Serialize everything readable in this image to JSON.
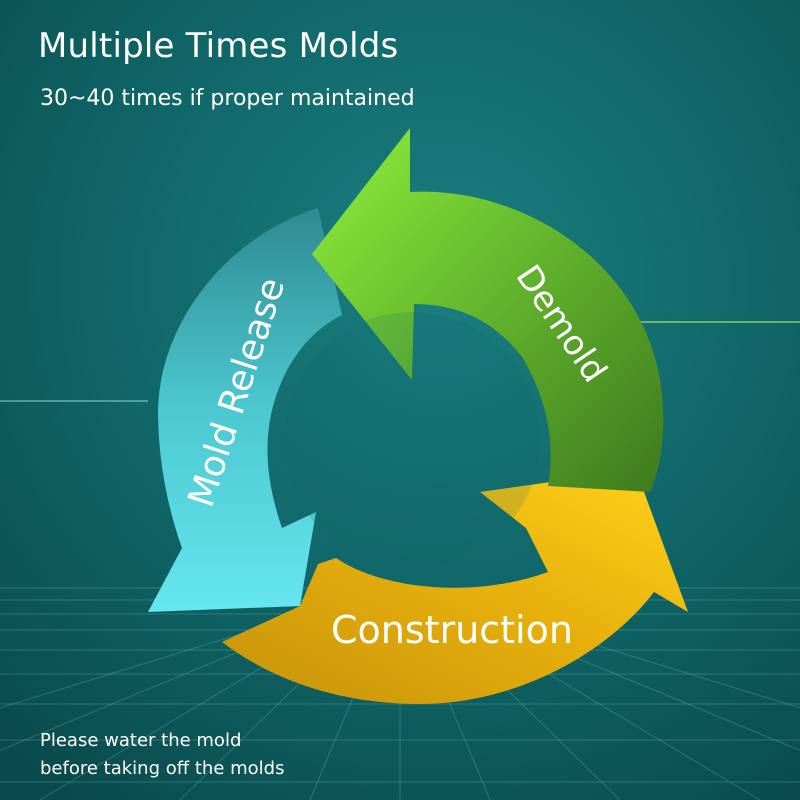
{
  "header": {
    "title": "Multiple Times Molds",
    "subtitle": "30~40 times if proper maintained"
  },
  "cycle": {
    "steps": [
      {
        "label": "Demold",
        "color": "#4f9a1e"
      },
      {
        "label": "Construction",
        "color": "#e8b10d"
      },
      {
        "label": "Mold Release",
        "color": "#4cc8d0"
      }
    ]
  },
  "note": {
    "line1": "Please water the mold",
    "line2": "before taking off the molds"
  },
  "colors": {
    "background": "#0f6466",
    "background_dark": "#0a4a4c",
    "text": "#ffffff"
  }
}
